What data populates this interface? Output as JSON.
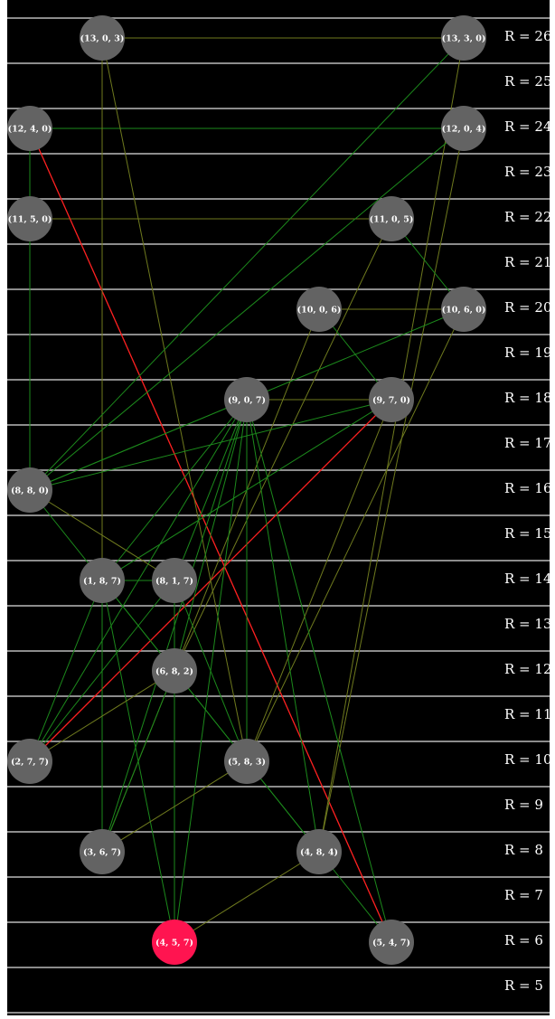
{
  "diagram": {
    "colors": {
      "background": "#000000",
      "row_line": "#8c8c8c",
      "node": "#636363",
      "node_highlight": "#ff1450",
      "label": "#ffffff",
      "edge_green": "#1c8a1c",
      "edge_olive": "#6f7a1e",
      "edge_red": "#ff2020"
    },
    "rows": [
      {
        "r": 26,
        "label": "R = 26"
      },
      {
        "r": 25,
        "label": "R = 25"
      },
      {
        "r": 24,
        "label": "R = 24"
      },
      {
        "r": 23,
        "label": "R = 23"
      },
      {
        "r": 22,
        "label": "R = 22"
      },
      {
        "r": 21,
        "label": "R = 21"
      },
      {
        "r": 20,
        "label": "R = 20"
      },
      {
        "r": 19,
        "label": "R = 19"
      },
      {
        "r": 18,
        "label": "R = 18"
      },
      {
        "r": 17,
        "label": "R = 17"
      },
      {
        "r": 16,
        "label": "R = 16"
      },
      {
        "r": 15,
        "label": "R = 15"
      },
      {
        "r": 14,
        "label": "R = 14"
      },
      {
        "r": 13,
        "label": "R = 13"
      },
      {
        "r": 12,
        "label": "R = 12"
      },
      {
        "r": 11,
        "label": "R = 11"
      },
      {
        "r": 10,
        "label": "R = 10"
      },
      {
        "r": 9,
        "label": "R = 9"
      },
      {
        "r": 8,
        "label": "R = 8"
      },
      {
        "r": 7,
        "label": "R = 7"
      },
      {
        "r": 6,
        "label": "R = 6"
      },
      {
        "r": 5,
        "label": "R = 5"
      }
    ],
    "nodes": [
      {
        "id": "13-0-3",
        "label": "(13, 0, 3)",
        "r": 26,
        "col": 1
      },
      {
        "id": "13-3-0",
        "label": "(13, 3, 0)",
        "r": 26,
        "col": 6
      },
      {
        "id": "12-4-0",
        "label": "(12, 4, 0)",
        "r": 24,
        "col": 0
      },
      {
        "id": "12-0-4",
        "label": "(12, 0, 4)",
        "r": 24,
        "col": 6
      },
      {
        "id": "11-5-0",
        "label": "(11, 5, 0)",
        "r": 22,
        "col": 0
      },
      {
        "id": "11-0-5",
        "label": "(11, 0, 5)",
        "r": 22,
        "col": 5
      },
      {
        "id": "10-0-6",
        "label": "(10, 0, 6)",
        "r": 20,
        "col": 4
      },
      {
        "id": "10-6-0",
        "label": "(10, 6, 0)",
        "r": 20,
        "col": 6
      },
      {
        "id": "9-0-7",
        "label": "(9, 0, 7)",
        "r": 18,
        "col": 3
      },
      {
        "id": "9-7-0",
        "label": "(9, 7, 0)",
        "r": 18,
        "col": 5
      },
      {
        "id": "8-8-0",
        "label": "(8, 8, 0)",
        "r": 16,
        "col": 0
      },
      {
        "id": "1-8-7",
        "label": "(1, 8, 7)",
        "r": 14,
        "col": 1
      },
      {
        "id": "8-1-7",
        "label": "(8, 1, 7)",
        "r": 14,
        "col": 2
      },
      {
        "id": "6-8-2",
        "label": "(6, 8, 2)",
        "r": 12,
        "col": 2
      },
      {
        "id": "2-7-7",
        "label": "(2, 7, 7)",
        "r": 10,
        "col": 0
      },
      {
        "id": "5-8-3",
        "label": "(5, 8, 3)",
        "r": 10,
        "col": 3
      },
      {
        "id": "3-6-7",
        "label": "(3, 6, 7)",
        "r": 8,
        "col": 1
      },
      {
        "id": "4-8-4",
        "label": "(4, 8, 4)",
        "r": 8,
        "col": 4
      },
      {
        "id": "4-5-7",
        "label": "(4, 5, 7)",
        "r": 6,
        "col": 2,
        "highlight": true
      },
      {
        "id": "5-4-7",
        "label": "(5, 4, 7)",
        "r": 6,
        "col": 5
      }
    ],
    "edges": [
      {
        "from": "13-0-3",
        "to": "13-3-0",
        "color": "olive"
      },
      {
        "from": "12-4-0",
        "to": "12-0-4",
        "color": "green"
      },
      {
        "from": "11-5-0",
        "to": "11-0-5",
        "color": "olive"
      },
      {
        "from": "10-0-6",
        "to": "10-6-0",
        "color": "olive"
      },
      {
        "from": "9-0-7",
        "to": "9-7-0",
        "color": "olive"
      },
      {
        "from": "8-1-7",
        "to": "1-8-7",
        "color": "green"
      },
      {
        "from": "12-4-0",
        "to": "11-5-0",
        "color": "green"
      },
      {
        "from": "11-5-0",
        "to": "8-8-0",
        "color": "green"
      },
      {
        "from": "12-4-0",
        "to": "5-4-7",
        "color": "red"
      },
      {
        "from": "2-7-7",
        "to": "9-7-0",
        "color": "red"
      },
      {
        "from": "13-0-3",
        "to": "1-8-7",
        "color": "olive"
      },
      {
        "from": "13-0-3",
        "to": "5-8-3",
        "color": "olive"
      },
      {
        "from": "13-3-0",
        "to": "8-8-0",
        "color": "green"
      },
      {
        "from": "13-3-0",
        "to": "4-8-4",
        "color": "olive"
      },
      {
        "from": "12-0-4",
        "to": "8-8-0",
        "color": "green"
      },
      {
        "from": "12-0-4",
        "to": "4-8-4",
        "color": "olive"
      },
      {
        "from": "11-0-5",
        "to": "6-8-2",
        "color": "olive"
      },
      {
        "from": "11-0-5",
        "to": "10-6-0",
        "color": "green"
      },
      {
        "from": "10-0-6",
        "to": "3-6-7",
        "color": "olive"
      },
      {
        "from": "10-6-0",
        "to": "8-8-0",
        "color": "green"
      },
      {
        "from": "10-6-0",
        "to": "5-8-3",
        "color": "olive"
      },
      {
        "from": "10-0-6",
        "to": "9-7-0",
        "color": "green"
      },
      {
        "from": "9-0-7",
        "to": "8-8-0",
        "color": "green"
      },
      {
        "from": "9-0-7",
        "to": "1-8-7",
        "color": "green"
      },
      {
        "from": "9-0-7",
        "to": "8-1-7",
        "color": "green"
      },
      {
        "from": "9-0-7",
        "to": "6-8-2",
        "color": "green"
      },
      {
        "from": "9-0-7",
        "to": "2-7-7",
        "color": "green"
      },
      {
        "from": "9-0-7",
        "to": "5-8-3",
        "color": "green"
      },
      {
        "from": "9-0-7",
        "to": "3-6-7",
        "color": "green"
      },
      {
        "from": "9-0-7",
        "to": "4-8-4",
        "color": "green"
      },
      {
        "from": "9-0-7",
        "to": "4-5-7",
        "color": "green"
      },
      {
        "from": "9-0-7",
        "to": "5-4-7",
        "color": "green"
      },
      {
        "from": "9-7-0",
        "to": "8-8-0",
        "color": "green"
      },
      {
        "from": "9-7-0",
        "to": "1-8-7",
        "color": "green"
      },
      {
        "from": "9-7-0",
        "to": "5-8-3",
        "color": "olive"
      },
      {
        "from": "8-8-0",
        "to": "1-8-7",
        "color": "green"
      },
      {
        "from": "8-8-0",
        "to": "8-1-7",
        "color": "olive"
      },
      {
        "from": "1-8-7",
        "to": "3-6-7",
        "color": "green"
      },
      {
        "from": "1-8-7",
        "to": "4-5-7",
        "color": "green"
      },
      {
        "from": "1-8-7",
        "to": "5-8-3",
        "color": "green"
      },
      {
        "from": "1-8-7",
        "to": "4-8-4",
        "color": "green"
      },
      {
        "from": "8-1-7",
        "to": "2-7-7",
        "color": "green"
      },
      {
        "from": "8-1-7",
        "to": "5-8-3",
        "color": "green"
      },
      {
        "from": "8-1-7",
        "to": "4-5-7",
        "color": "green"
      },
      {
        "from": "6-8-2",
        "to": "2-7-7",
        "color": "olive"
      },
      {
        "from": "6-8-2",
        "to": "3-6-7",
        "color": "green"
      },
      {
        "from": "6-8-2",
        "to": "4-5-7",
        "color": "green"
      },
      {
        "from": "2-7-7",
        "to": "1-8-7",
        "color": "green"
      },
      {
        "from": "5-8-3",
        "to": "3-6-7",
        "color": "olive"
      },
      {
        "from": "5-8-3",
        "to": "4-8-4",
        "color": "green"
      },
      {
        "from": "4-8-4",
        "to": "4-5-7",
        "color": "olive"
      },
      {
        "from": "4-8-4",
        "to": "5-4-7",
        "color": "green"
      }
    ]
  }
}
